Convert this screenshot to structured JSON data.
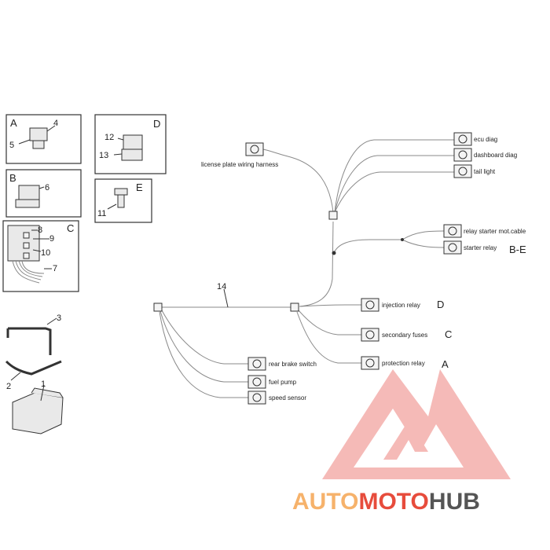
{
  "diagram": {
    "part_numbers": {
      "n1": "1",
      "n2": "2",
      "n3": "3",
      "n4": "4",
      "n5": "5",
      "n6": "6",
      "n7": "7",
      "n8": "8",
      "n9": "9",
      "n10": "10",
      "n11": "11",
      "n12": "12",
      "n13": "13",
      "n14": "14"
    },
    "group_letters": {
      "A": "A",
      "B": "B",
      "C": "C",
      "D": "D",
      "E": "E"
    },
    "connectors": {
      "license_plate": "license plate wiring harness",
      "ecu_diag": "ecu diag",
      "dashboard_diag": "dashboard diag",
      "tail_light": "tail light",
      "relay_starter_mot_cable": "relay starter mot.cable",
      "starter_relay": "starter relay",
      "injection_relay": "injection relay",
      "secondary_fuses": "secondary fuses",
      "protection_relay": "protection relay",
      "rear_brake_switch": "rear brake switch",
      "fuel_pump": "fuel pump",
      "speed_sensor": "speed sensor"
    },
    "callouts": {
      "starter_relay": "B-E",
      "injection_relay": "D",
      "secondary_fuses": "C",
      "protection_relay": "A"
    }
  },
  "watermark": {
    "brand_auto": "AUTO",
    "brand_moto": "MOTO",
    "brand_hub": "HUB",
    "color_orange": "#f6b26b",
    "color_red": "#e74c3c",
    "color_dark": "#555555"
  }
}
